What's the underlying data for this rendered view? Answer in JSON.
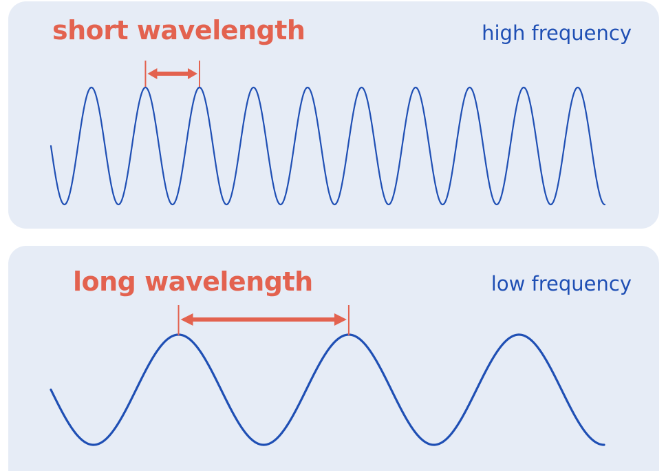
{
  "colors": {
    "panel_background": "#e6ecf6",
    "wave": "#1f4fb4",
    "wavelength_marker": "#e3624f",
    "frequency_text": "#1f4fb4"
  },
  "panels": [
    {
      "wavelength_label": "short wavelength",
      "frequency_label": "high frequency",
      "cycles_shown": 10
    },
    {
      "wavelength_label": "long wavelength",
      "frequency_label": "low frequency",
      "cycles_shown": 3
    }
  ]
}
